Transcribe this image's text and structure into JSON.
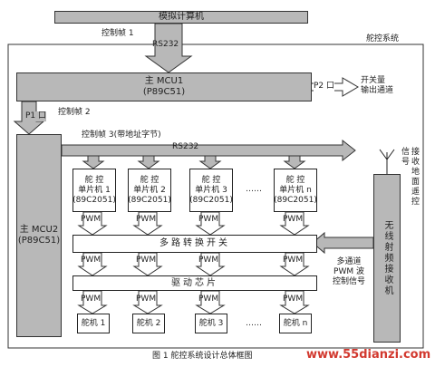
{
  "host": {
    "label": "模拟计算机"
  },
  "system_label": "舵控系统",
  "frame1_label": "控制帧 1",
  "rs232_top": "RS232",
  "mcu1": {
    "line1": "主 MCU1",
    "line2": "(P89C51)"
  },
  "p2_label": "P2 口",
  "switch_out": {
    "line1": "开关量",
    "line2": "输出通道"
  },
  "p1_label": "P1 口",
  "frame2_label": "控制帧 2",
  "frame3_label": "控制帧 3(带地址字节)",
  "rs232_mid": "RS232",
  "mcu2": {
    "line1": "主 MCU2",
    "line2": "(P89C51)"
  },
  "slaves": [
    {
      "line1": "舵 控",
      "line2": "单片机 1",
      "line3": "(89C2051)"
    },
    {
      "line1": "舵 控",
      "line2": "单片机 2",
      "line3": "(89C2051)"
    },
    {
      "line1": "舵 控",
      "line2": "单片机 3",
      "line3": "(89C2051)"
    },
    {
      "line1": "舵 控",
      "line2": "单片机 n",
      "line3": "(89C2051)"
    }
  ],
  "dots": "……",
  "pwm": "PWM",
  "mux_label": "多路转换开关",
  "driver_label": "驱动芯片",
  "servos": [
    "舵机 1",
    "舵机 2",
    "舵机 3",
    "舵机 n"
  ],
  "receive_label": "接收地面遥控信号",
  "wireless_label": "无线射频接收机",
  "multi_channel": {
    "line1": "多通道",
    "line2": "PWM 波",
    "line3": "控制信号"
  },
  "caption": "图 1  舵控系统设计总体框图",
  "watermark": "www.55dianzi.com"
}
